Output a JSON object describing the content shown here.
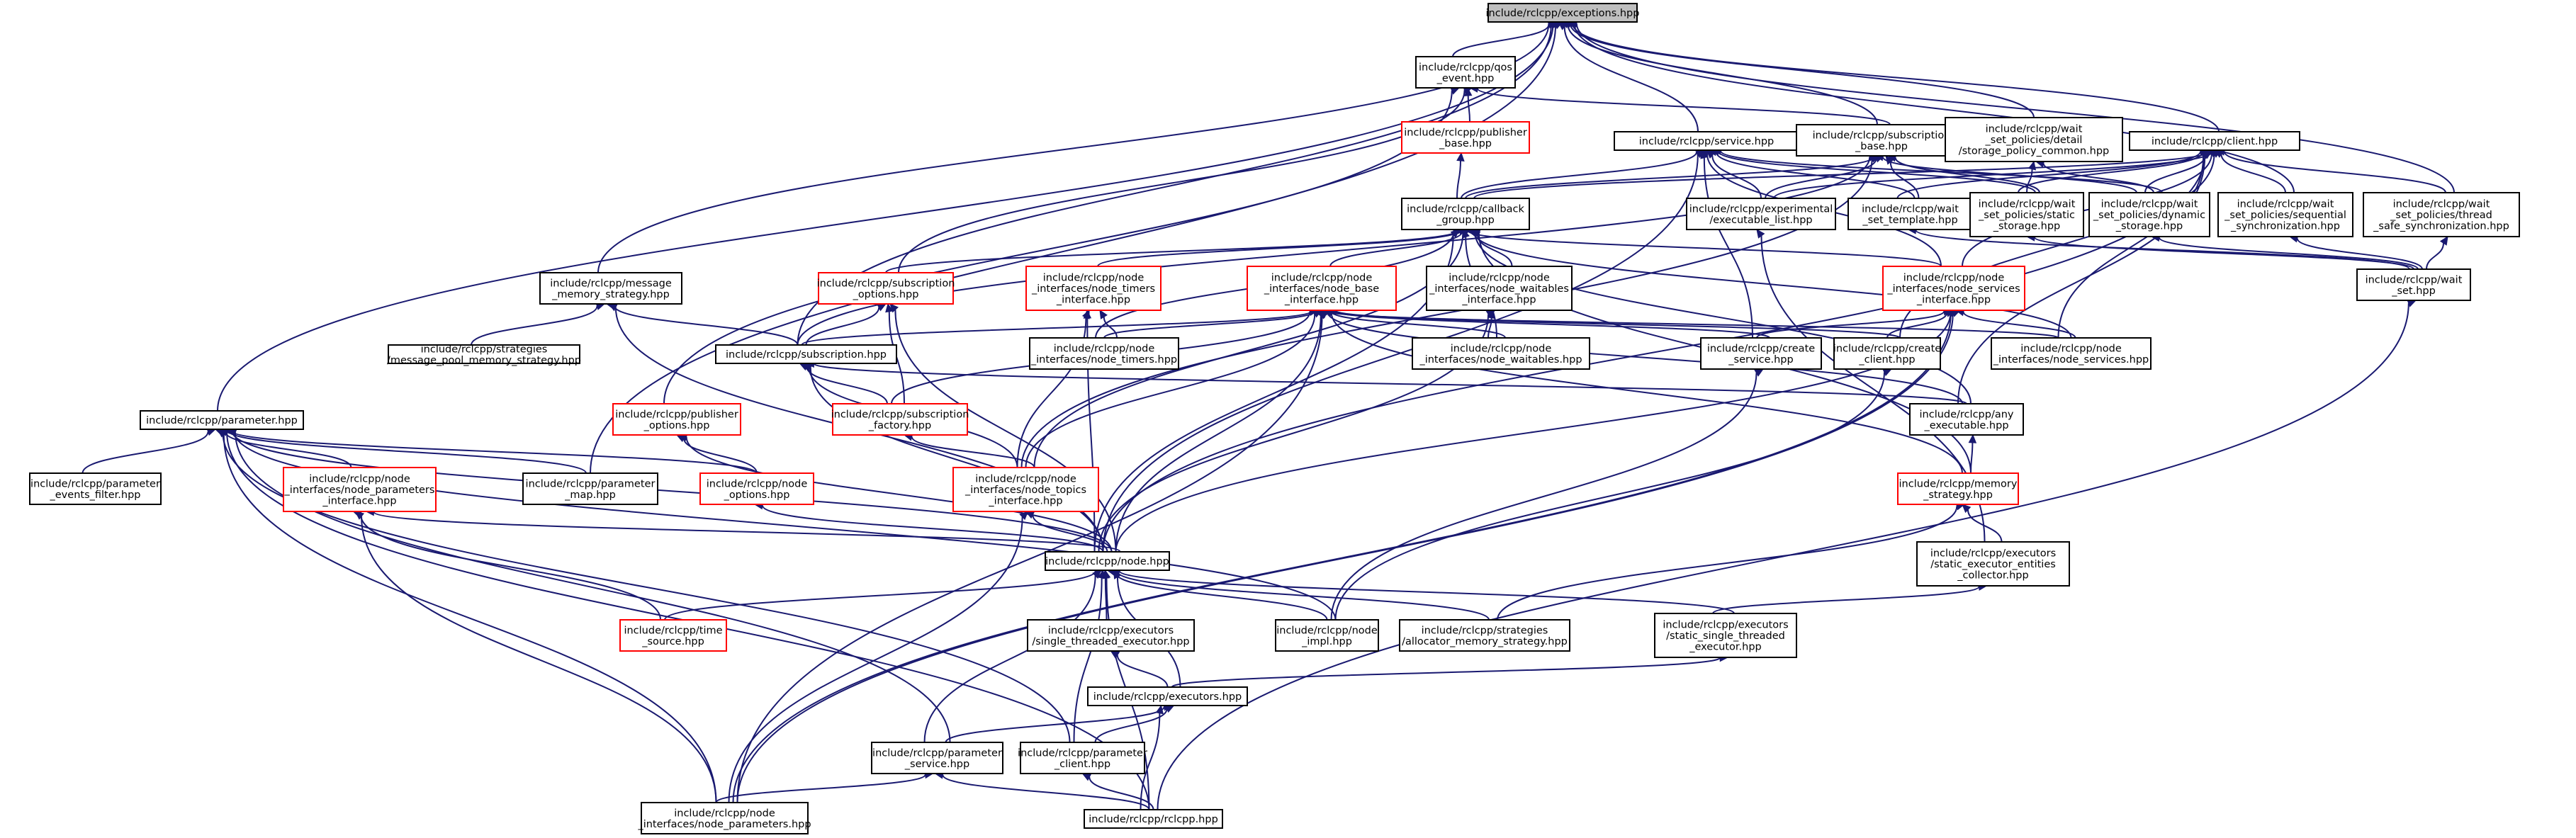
{
  "nodes": [
    {
      "id": "exceptions",
      "label": [
        "include/rclcpp/exceptions.hpp"
      ],
      "style": "root",
      "interactable": false
    },
    {
      "id": "qos_event",
      "label": [
        "include/rclcpp/qos",
        "_event.hpp"
      ],
      "style": "black",
      "interactable": true
    },
    {
      "id": "publisher_base",
      "label": [
        "include/rclcpp/publisher",
        "_base.hpp"
      ],
      "style": "red",
      "interactable": true
    },
    {
      "id": "service",
      "label": [
        "include/rclcpp/service.hpp"
      ],
      "style": "black",
      "interactable": true
    },
    {
      "id": "subscription_base",
      "label": [
        "include/rclcpp/subscription",
        "_base.hpp"
      ],
      "style": "black",
      "interactable": true
    },
    {
      "id": "storage_policy_common",
      "label": [
        "include/rclcpp/wait",
        "_set_policies/detail",
        "/storage_policy_common.hpp"
      ],
      "style": "black",
      "interactable": true
    },
    {
      "id": "client",
      "label": [
        "include/rclcpp/client.hpp"
      ],
      "style": "black",
      "interactable": true
    },
    {
      "id": "callback_group",
      "label": [
        "include/rclcpp/callback",
        "_group.hpp"
      ],
      "style": "black",
      "interactable": true
    },
    {
      "id": "executable_list",
      "label": [
        "include/rclcpp/experimental",
        "/executable_list.hpp"
      ],
      "style": "black",
      "interactable": true
    },
    {
      "id": "wait_set_template",
      "label": [
        "include/rclcpp/wait",
        "_set_template.hpp"
      ],
      "style": "black",
      "interactable": true
    },
    {
      "id": "static_storage",
      "label": [
        "include/rclcpp/wait",
        "_set_policies/static",
        "_storage.hpp"
      ],
      "style": "black",
      "interactable": true
    },
    {
      "id": "dynamic_storage",
      "label": [
        "include/rclcpp/wait",
        "_set_policies/dynamic",
        "_storage.hpp"
      ],
      "style": "black",
      "interactable": true
    },
    {
      "id": "sequential_sync",
      "label": [
        "include/rclcpp/wait",
        "_set_policies/sequential",
        "_synchronization.hpp"
      ],
      "style": "black",
      "interactable": true
    },
    {
      "id": "thread_safe_sync",
      "label": [
        "include/rclcpp/wait",
        "_set_policies/thread",
        "_safe_synchronization.hpp"
      ],
      "style": "black",
      "interactable": true
    },
    {
      "id": "wait_set",
      "label": [
        "include/rclcpp/wait",
        "_set.hpp"
      ],
      "style": "black",
      "interactable": true
    },
    {
      "id": "message_memory_strategy",
      "label": [
        "include/rclcpp/message",
        "_memory_strategy.hpp"
      ],
      "style": "black",
      "interactable": true
    },
    {
      "id": "message_pool_memory_strategy",
      "label": [
        "include/rclcpp/strategies",
        "/message_pool_memory_strategy.hpp"
      ],
      "style": "black",
      "interactable": true
    },
    {
      "id": "subscription_options",
      "label": [
        "include/rclcpp/subscription",
        "_options.hpp"
      ],
      "style": "red",
      "interactable": true
    },
    {
      "id": "node_timers_interface",
      "label": [
        "include/rclcpp/node",
        "_interfaces/node_timers",
        "_interface.hpp"
      ],
      "style": "red",
      "interactable": true
    },
    {
      "id": "node_base_interface",
      "label": [
        "include/rclcpp/node",
        "_interfaces/node_base",
        "_interface.hpp"
      ],
      "style": "red",
      "interactable": true
    },
    {
      "id": "node_waitables_interface",
      "label": [
        "include/rclcpp/node",
        "_interfaces/node_waitables",
        "_interface.hpp"
      ],
      "style": "black",
      "interactable": true
    },
    {
      "id": "node_services_interface",
      "label": [
        "include/rclcpp/node",
        "_interfaces/node_services",
        "_interface.hpp"
      ],
      "style": "red",
      "interactable": true
    },
    {
      "id": "subscription",
      "label": [
        "include/rclcpp/subscription.hpp"
      ],
      "style": "black",
      "interactable": true
    },
    {
      "id": "node_timers",
      "label": [
        "include/rclcpp/node",
        "_interfaces/node_timers.hpp"
      ],
      "style": "black",
      "interactable": true
    },
    {
      "id": "node_waitables",
      "label": [
        "include/rclcpp/node",
        "_interfaces/node_waitables.hpp"
      ],
      "style": "black",
      "interactable": true
    },
    {
      "id": "create_service",
      "label": [
        "include/rclcpp/create",
        "_service.hpp"
      ],
      "style": "black",
      "interactable": true
    },
    {
      "id": "create_client",
      "label": [
        "include/rclcpp/create",
        "_client.hpp"
      ],
      "style": "black",
      "interactable": true
    },
    {
      "id": "node_services",
      "label": [
        "include/rclcpp/node",
        "_interfaces/node_services.hpp"
      ],
      "style": "black",
      "interactable": true
    },
    {
      "id": "parameter",
      "label": [
        "include/rclcpp/parameter.hpp"
      ],
      "style": "black",
      "interactable": true
    },
    {
      "id": "publisher_options",
      "label": [
        "include/rclcpp/publisher",
        "_options.hpp"
      ],
      "style": "red",
      "interactable": true
    },
    {
      "id": "subscription_factory",
      "label": [
        "include/rclcpp/subscription",
        "_factory.hpp"
      ],
      "style": "red",
      "interactable": true
    },
    {
      "id": "any_executable",
      "label": [
        "include/rclcpp/any",
        "_executable.hpp"
      ],
      "style": "black",
      "interactable": true
    },
    {
      "id": "parameter_events_filter",
      "label": [
        "include/rclcpp/parameter",
        "_events_filter.hpp"
      ],
      "style": "black",
      "interactable": true
    },
    {
      "id": "node_parameters_interface",
      "label": [
        "include/rclcpp/node",
        "_interfaces/node_parameters",
        "_interface.hpp"
      ],
      "style": "red",
      "interactable": true
    },
    {
      "id": "parameter_map",
      "label": [
        "include/rclcpp/parameter",
        "_map.hpp"
      ],
      "style": "black",
      "interactable": true
    },
    {
      "id": "node_options",
      "label": [
        "include/rclcpp/node",
        "_options.hpp"
      ],
      "style": "red",
      "interactable": true
    },
    {
      "id": "node_topics_interface",
      "label": [
        "include/rclcpp/node",
        "_interfaces/node_topics",
        "_interface.hpp"
      ],
      "style": "red",
      "interactable": true
    },
    {
      "id": "memory_strategy",
      "label": [
        "include/rclcpp/memory",
        "_strategy.hpp"
      ],
      "style": "red",
      "interactable": true
    },
    {
      "id": "static_executor_entities_collector",
      "label": [
        "include/rclcpp/executors",
        "/static_executor_entities",
        "_collector.hpp"
      ],
      "style": "black",
      "interactable": true
    },
    {
      "id": "node",
      "label": [
        "include/rclcpp/node.hpp"
      ],
      "style": "black",
      "interactable": true
    },
    {
      "id": "time_source",
      "label": [
        "include/rclcpp/time",
        "_source.hpp"
      ],
      "style": "red",
      "interactable": true
    },
    {
      "id": "single_threaded_executor",
      "label": [
        "include/rclcpp/executors",
        "/single_threaded_executor.hpp"
      ],
      "style": "black",
      "interactable": true
    },
    {
      "id": "node_impl",
      "label": [
        "include/rclcpp/node",
        "_impl.hpp"
      ],
      "style": "black",
      "interactable": true
    },
    {
      "id": "allocator_memory_strategy",
      "label": [
        "include/rclcpp/strategies",
        "/allocator_memory_strategy.hpp"
      ],
      "style": "black",
      "interactable": true
    },
    {
      "id": "static_single_threaded_executor",
      "label": [
        "include/rclcpp/executors",
        "/static_single_threaded",
        "_executor.hpp"
      ],
      "style": "black",
      "interactable": true
    },
    {
      "id": "executors",
      "label": [
        "include/rclcpp/executors.hpp"
      ],
      "style": "black",
      "interactable": true
    },
    {
      "id": "parameter_service",
      "label": [
        "include/rclcpp/parameter",
        "_service.hpp"
      ],
      "style": "black",
      "interactable": true
    },
    {
      "id": "parameter_client",
      "label": [
        "include/rclcpp/parameter",
        "_client.hpp"
      ],
      "style": "black",
      "interactable": true
    },
    {
      "id": "node_parameters",
      "label": [
        "include/rclcpp/node",
        "_interfaces/node_parameters.hpp"
      ],
      "style": "black",
      "interactable": true
    },
    {
      "id": "rclcpp",
      "label": [
        "include/rclcpp/rclcpp.hpp"
      ],
      "style": "black",
      "interactable": true
    }
  ],
  "edges": [
    [
      "qos_event",
      "exceptions"
    ],
    [
      "service",
      "exceptions"
    ],
    [
      "subscription_base",
      "exceptions"
    ],
    [
      "storage_policy_common",
      "exceptions"
    ],
    [
      "client",
      "exceptions"
    ],
    [
      "sequential_sync",
      "exceptions"
    ],
    [
      "thread_safe_sync",
      "exceptions"
    ],
    [
      "message_memory_strategy",
      "exceptions"
    ],
    [
      "subscription",
      "exceptions"
    ],
    [
      "parameter",
      "exceptions"
    ],
    [
      "parameter_map",
      "exceptions"
    ],
    [
      "publisher_base",
      "qos_event"
    ],
    [
      "subscription_base",
      "qos_event"
    ],
    [
      "subscription_options",
      "qos_event"
    ],
    [
      "publisher_options",
      "qos_event"
    ],
    [
      "callback_group",
      "publisher_base"
    ],
    [
      "callback_group",
      "service"
    ],
    [
      "executable_list",
      "service"
    ],
    [
      "wait_set_template",
      "service"
    ],
    [
      "static_storage",
      "service"
    ],
    [
      "dynamic_storage",
      "service"
    ],
    [
      "node_services_interface",
      "service"
    ],
    [
      "create_service",
      "service"
    ],
    [
      "node",
      "service"
    ],
    [
      "callback_group",
      "subscription_base"
    ],
    [
      "executable_list",
      "subscription_base"
    ],
    [
      "wait_set_template",
      "subscription_base"
    ],
    [
      "static_storage",
      "subscription_base"
    ],
    [
      "dynamic_storage",
      "subscription_base"
    ],
    [
      "subscription",
      "subscription_base"
    ],
    [
      "node_topics_interface",
      "subscription_base"
    ],
    [
      "static_storage",
      "storage_policy_common"
    ],
    [
      "dynamic_storage",
      "storage_policy_common"
    ],
    [
      "callback_group",
      "client"
    ],
    [
      "executable_list",
      "client"
    ],
    [
      "wait_set_template",
      "client"
    ],
    [
      "static_storage",
      "client"
    ],
    [
      "dynamic_storage",
      "client"
    ],
    [
      "sequential_sync",
      "client"
    ],
    [
      "thread_safe_sync",
      "client"
    ],
    [
      "node_services_interface",
      "client"
    ],
    [
      "create_client",
      "client"
    ],
    [
      "node_services",
      "client"
    ],
    [
      "any_executable",
      "client"
    ],
    [
      "node",
      "client"
    ],
    [
      "subscription_options",
      "callback_group"
    ],
    [
      "node_timers_interface",
      "callback_group"
    ],
    [
      "node_base_interface",
      "callback_group"
    ],
    [
      "node_waitables_interface",
      "callback_group"
    ],
    [
      "node_services_interface",
      "callback_group"
    ],
    [
      "node_timers",
      "callback_group"
    ],
    [
      "node_waitables",
      "callback_group"
    ],
    [
      "node_services",
      "callback_group"
    ],
    [
      "any_executable",
      "callback_group"
    ],
    [
      "node_topics_interface",
      "callback_group"
    ],
    [
      "memory_strategy",
      "callback_group"
    ],
    [
      "node",
      "callback_group"
    ],
    [
      "static_executor_entities_collector",
      "executable_list"
    ],
    [
      "wait_set",
      "wait_set_template"
    ],
    [
      "wait_set",
      "static_storage"
    ],
    [
      "wait_set",
      "dynamic_storage"
    ],
    [
      "wait_set",
      "sequential_sync"
    ],
    [
      "wait_set",
      "thread_safe_sync"
    ],
    [
      "message_pool_memory_strategy",
      "message_memory_strategy"
    ],
    [
      "subscription",
      "message_memory_strategy"
    ],
    [
      "node",
      "message_memory_strategy"
    ],
    [
      "subscription",
      "subscription_options"
    ],
    [
      "subscription_factory",
      "subscription_options"
    ],
    [
      "node",
      "subscription_options"
    ],
    [
      "node_timers",
      "node_timers_interface"
    ],
    [
      "node",
      "node_timers_interface"
    ],
    [
      "node_topics_interface",
      "node_timers_interface"
    ],
    [
      "subscription",
      "node_base_interface"
    ],
    [
      "node_timers",
      "node_base_interface"
    ],
    [
      "node_waitables",
      "node_base_interface"
    ],
    [
      "create_service",
      "node_base_interface"
    ],
    [
      "create_client",
      "node_base_interface"
    ],
    [
      "node_services",
      "node_base_interface"
    ],
    [
      "subscription_factory",
      "node_base_interface"
    ],
    [
      "any_executable",
      "node_base_interface"
    ],
    [
      "node_topics_interface",
      "node_base_interface"
    ],
    [
      "memory_strategy",
      "node_base_interface"
    ],
    [
      "node",
      "node_base_interface"
    ],
    [
      "node_parameters",
      "node_base_interface"
    ],
    [
      "node_waitables",
      "node_waitables_interface"
    ],
    [
      "node",
      "node_waitables_interface"
    ],
    [
      "create_service",
      "node_services_interface"
    ],
    [
      "create_client",
      "node_services_interface"
    ],
    [
      "node_services",
      "node_services_interface"
    ],
    [
      "node",
      "node_services_interface"
    ],
    [
      "node_parameters",
      "node_services_interface"
    ],
    [
      "subscription_factory",
      "subscription"
    ],
    [
      "node_topics_interface",
      "subscription"
    ],
    [
      "node",
      "subscription"
    ],
    [
      "any_executable",
      "subscription"
    ],
    [
      "node_impl",
      "create_service"
    ],
    [
      "node_impl",
      "create_client"
    ],
    [
      "memory_strategy",
      "any_executable"
    ],
    [
      "parameter_events_filter",
      "parameter"
    ],
    [
      "node_parameters_interface",
      "parameter"
    ],
    [
      "parameter_map",
      "parameter"
    ],
    [
      "node_options",
      "parameter"
    ],
    [
      "node",
      "parameter"
    ],
    [
      "node_impl",
      "parameter"
    ],
    [
      "parameter_service",
      "parameter"
    ],
    [
      "parameter_client",
      "parameter"
    ],
    [
      "node_parameters",
      "parameter"
    ],
    [
      "rclcpp",
      "parameter"
    ],
    [
      "node_options",
      "publisher_options"
    ],
    [
      "node",
      "publisher_options"
    ],
    [
      "node_topics_interface",
      "subscription_factory"
    ],
    [
      "node",
      "node_parameters_interface"
    ],
    [
      "time_source",
      "node_parameters_interface"
    ],
    [
      "node_parameters",
      "node_parameters_interface"
    ],
    [
      "node",
      "node_options"
    ],
    [
      "node",
      "node_topics_interface"
    ],
    [
      "node_parameters",
      "node_topics_interface"
    ],
    [
      "static_executor_entities_collector",
      "memory_strategy"
    ],
    [
      "allocator_memory_strategy",
      "memory_strategy"
    ],
    [
      "static_single_threaded_executor",
      "static_executor_entities_collector"
    ],
    [
      "time_source",
      "node"
    ],
    [
      "single_threaded_executor",
      "node"
    ],
    [
      "node_impl",
      "node"
    ],
    [
      "allocator_memory_strategy",
      "node"
    ],
    [
      "static_single_threaded_executor",
      "node"
    ],
    [
      "executors",
      "node"
    ],
    [
      "parameter_service",
      "node"
    ],
    [
      "parameter_client",
      "node"
    ],
    [
      "rclcpp",
      "node"
    ],
    [
      "executors",
      "single_threaded_executor"
    ],
    [
      "executors",
      "static_single_threaded_executor"
    ],
    [
      "parameter_service",
      "executors"
    ],
    [
      "parameter_client",
      "executors"
    ],
    [
      "rclcpp",
      "executors"
    ],
    [
      "node_parameters",
      "parameter_service"
    ],
    [
      "rclcpp",
      "parameter_service"
    ],
    [
      "rclcpp",
      "parameter_client"
    ],
    [
      "rclcpp",
      "wait_set"
    ],
    [
      "node_parameters",
      "node_services_interface"
    ]
  ]
}
